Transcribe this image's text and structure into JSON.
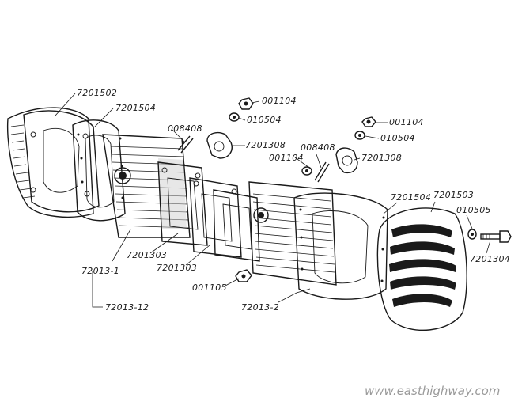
{
  "diagram": {
    "callouts": {
      "head_cover_left": "7201502",
      "gasket_left": "7201504",
      "stud": "008408",
      "cylinder_left": "72013-1",
      "gasket_mid_a": "7201303",
      "gasket_mid_b": "7201303",
      "cylinder_pair": "72013-12",
      "nut_top_a": "001104",
      "washer_top_a": "010504",
      "flange_a": "7201308",
      "stud_b": "008408",
      "nut_b": "001104",
      "flange_b": "7201308",
      "nut_top_b": "001104",
      "washer_top_b": "010504",
      "gasket_right": "7201504",
      "head_cover_right": "7201503",
      "washer_right": "010505",
      "bolt_right": "7201304",
      "nut_bottom": "001105",
      "cylinder_right": "72013-2"
    },
    "watermark": "www.easthighway.com"
  }
}
